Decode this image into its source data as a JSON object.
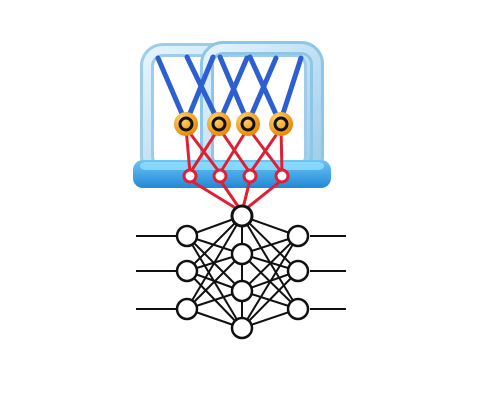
{
  "diagram": {
    "upper_structure": {
      "frame_count": 2,
      "top_node_count": 4,
      "hub_count": 4,
      "colors": {
        "frame_fill": "#bfe3f7",
        "frame_stroke": "#7fb6dc",
        "frame_shadow": "#9fcde9",
        "base_top": "#56b8ee",
        "base_bottom": "#2287d6",
        "blue_links": "#2d5fd0",
        "red_links": "#e01f35",
        "node_fill": "#f6a317",
        "node_ring": "#111111",
        "hub_fill": "#ffffff"
      },
      "icons": [
        "orange-node-icon",
        "red-hub-icon"
      ]
    },
    "network": {
      "input_node_count": 3,
      "hidden_layer_1_count": 3,
      "center_layer_count": 4,
      "hidden_layer_2_count": 3,
      "top_convergence_node": 1,
      "colors": {
        "line": "#111111",
        "node_fill": "#ffffff",
        "node_stroke": "#111111"
      },
      "icons": [
        "neuron-node-icon",
        "connection-line-icon"
      ]
    }
  }
}
